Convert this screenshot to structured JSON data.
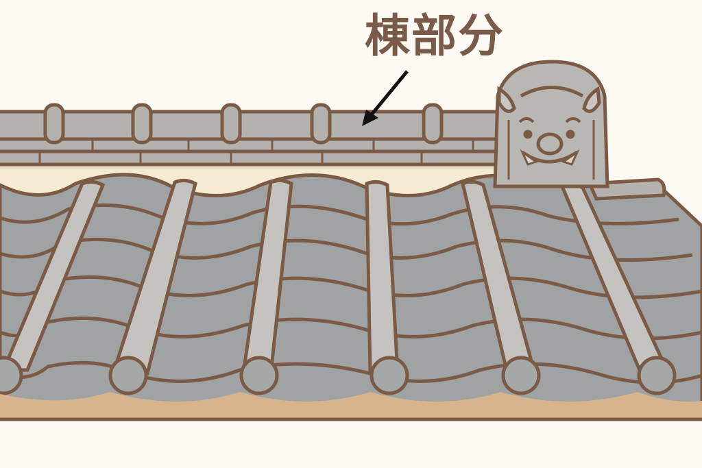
{
  "diagram": {
    "label": "棟部分",
    "label_color": "#7a5a48",
    "arrow_target": "ridge",
    "parts": [
      "ridge",
      "ridge-cap-tiles",
      "onigawara",
      "roof-tiles",
      "eaves-board"
    ]
  },
  "colors": {
    "background": "#fdfaf3",
    "outline": "#7b5b45",
    "tile": "#9fa3a3",
    "tile_light": "#c4c3bf",
    "ridge": "#b3b2ae",
    "plaster": "#f5ead2",
    "eaves": "#d7b48e",
    "arrow": "#111111"
  }
}
